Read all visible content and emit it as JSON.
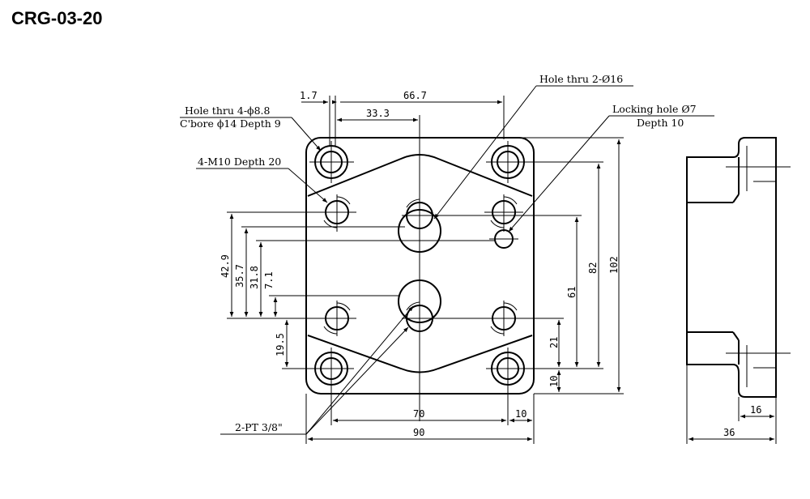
{
  "title": "CRG-03-20",
  "annotations": {
    "hole_thru_4": "Hole thru 4-ϕ8.8",
    "cbore": "C'bore ϕ14 Depth 9",
    "m10": "4-M10 Depth 20",
    "hole_thru_2": "Hole thru 2-Ø16",
    "locking_hole": "Locking hole Ø7",
    "locking_depth": "Depth 10",
    "pt": "2-PT 3/8\""
  },
  "dimensions": {
    "d_1_7": "1.7",
    "d_66_7": "66.7",
    "d_33_3": "33.3",
    "d_42_9": "42.9",
    "d_35_7": "35.7",
    "d_31_8": "31.8",
    "d_7_1": "7.1",
    "d_19_5": "19.5",
    "d_102": "102",
    "d_82": "82",
    "d_61": "61",
    "d_21": "21",
    "d_10_right": "10",
    "d_70": "70",
    "d_10_bottom": "10",
    "d_90": "90",
    "d_16": "16",
    "d_36": "36"
  }
}
